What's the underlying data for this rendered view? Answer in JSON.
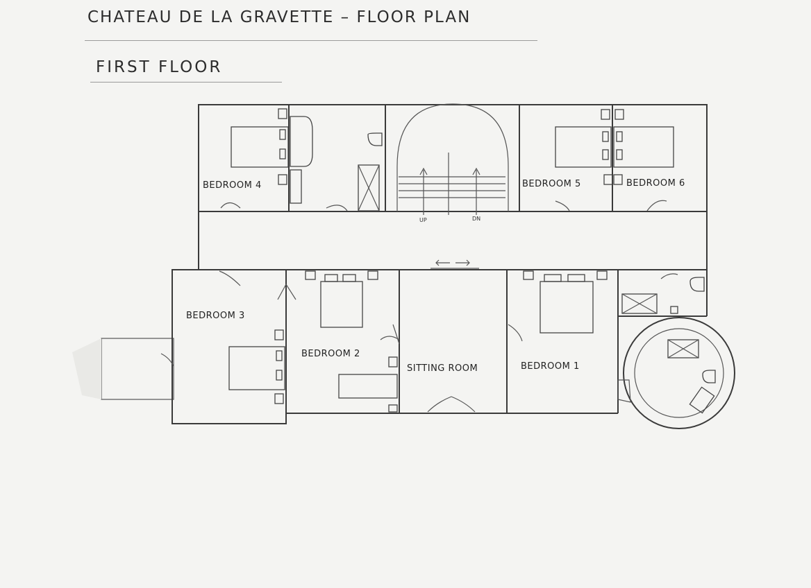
{
  "header": {
    "title": "CHATEAU DE LA GRAVETTE – FLOOR PLAN",
    "subtitle": "FIRST FLOOR"
  },
  "rooms": {
    "bedroom_4": "BEDROOM 4",
    "bedroom_5": "BEDROOM 5",
    "bedroom_6": "BEDROOM 6",
    "bedroom_3": "BEDROOM 3",
    "bedroom_2": "BEDROOM 2",
    "sitting_room": "SITTING ROOM",
    "bedroom_1": "BEDROOM 1"
  },
  "stairs": {
    "up_label": "UP",
    "down_label": "DN"
  },
  "colors": {
    "paper": "#f4f4f2",
    "pencil": "#3a3a3a"
  }
}
